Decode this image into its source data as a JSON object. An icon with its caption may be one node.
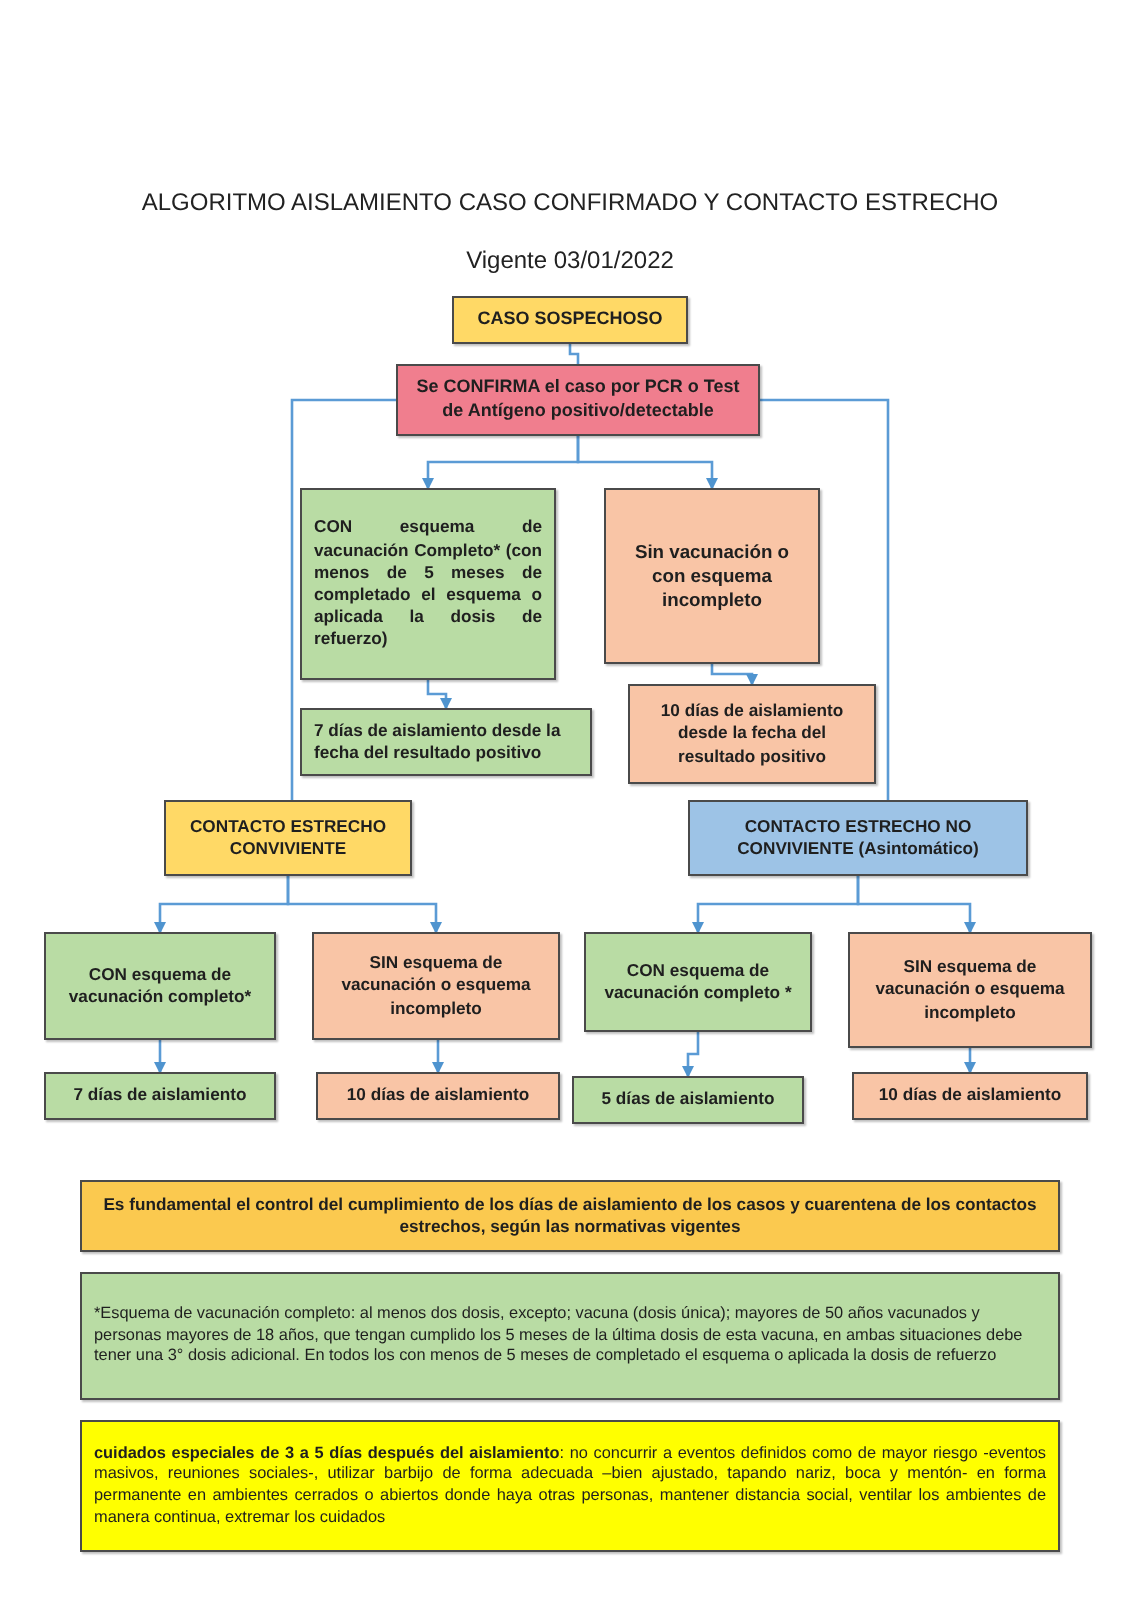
{
  "diagram": {
    "title": "ALGORITMO AISLAMIENTO CASO CONFIRMADO Y CONTACTO ESTRECHO",
    "nodes": [
      {
        "text": [
          "CASO SOSPECHOSO"
        ]
      },
      {
        "text": [
          "Se CONFIRMA el caso por PCR o Test de Antígeno positivo/detectable"
        ]
      },
      {
        "text": [
          "CON esquema de vacunación Completo* (con menos de 5 meses de completado el esquema o aplicada la dosis de refuerzo)"
        ]
      },
      {
        "text": [
          "Sin vacunación o con esquema incompleto"
        ]
      },
      {
        "text": [
          "7 días de aislamiento desde la fecha del resultado positivo"
        ]
      },
      {
        "text": [
          "10 días de aislamiento desde la fecha del resultado positivo"
        ]
      },
      {
        "text": [
          "CONTACTO ESTRECHO CONVIVIENTE"
        ]
      },
      {
        "text": [
          "CONTACTO ESTRECHO NO CONVIVIENTE (Asintomático)"
        ]
      },
      {
        "text": [
          "CON esquema de vacunación completo*"
        ]
      },
      {
        "text": [
          "SIN esquema de vacunación o esquema incompleto"
        ]
      },
      {
        "text": [
          "CON esquema de vacunación completo *"
        ]
      },
      {
        "text": [
          "SIN esquema de vacunación o esquema incompleto"
        ]
      },
      {
        "text": [
          "7 días de aislamiento"
        ]
      },
      {
        "text": [
          "10 días de aislamiento"
        ]
      },
      {
        "text": [
          "5 días de aislamiento"
        ]
      },
      {
        "text": [
          "10 días de aislamiento"
        ]
      },
      {
        "text": [
          "Es fundamental el control del cumplimiento de los días de aislamiento de los casos y cuarentena de los contactos estrechos, según las normativas vigentes"
        ]
      },
      {
        "text": [
          "*Esquema de vacunación completo: al menos dos dosis, excepto; vacuna (dosis única); mayores de 50 años vacunados y personas mayores de 18 años, que tengan cumplido los 5 meses de la última dosis de esta vacuna, en ambas situaciones debe tener una 3° dosis adicional. En todos los con menos de 5 meses de completado el esquema o aplicada la dosis de refuerzo"
        ]
      },
      {
        "text": [
          "**cuidados especiales de 3 a 5 días después del aislamiento**: no concurrir a eventos definidos como de mayor riesgo -eventos masivos, reuniones sociales-, utilizar barbijo de forma adecuada –bien ajustado, tapando nariz, boca y mentón- en forma permanente en ambientes cerrados o abiertos donde haya otras personas, mantener distancia social, ventilar los ambientes de manera continua, extremar los cuidados"
        ]
      }
    ],
    "edges": [
      {
        "from": 0,
        "to": 1,
        "arrow": "none"
      },
      {
        "from": 1,
        "to": 2,
        "arrow": "to"
      },
      {
        "from": 1,
        "to": 3,
        "arrow": "to"
      },
      {
        "from": 2,
        "to": 4,
        "arrow": "to"
      },
      {
        "from": 3,
        "to": 5,
        "arrow": "to"
      },
      {
        "from": 1,
        "to": 6,
        "arrow": "none"
      },
      {
        "from": 1,
        "to": 7,
        "arrow": "none"
      },
      {
        "from": 6,
        "to": 8,
        "arrow": "to"
      },
      {
        "from": 6,
        "to": 9,
        "arrow": "to"
      },
      {
        "from": 7,
        "to": 10,
        "arrow": "to"
      },
      {
        "from": 7,
        "to": 11,
        "arrow": "to"
      },
      {
        "from": 8,
        "to": 12,
        "arrow": "to"
      },
      {
        "from": 9,
        "to": 13,
        "arrow": "to"
      },
      {
        "from": 10,
        "to": 14,
        "arrow": "to"
      },
      {
        "from": 11,
        "to": 15,
        "arrow": "to"
      }
    ],
    "labels": [
      "Vigente 03/01/2022"
    ]
  }
}
